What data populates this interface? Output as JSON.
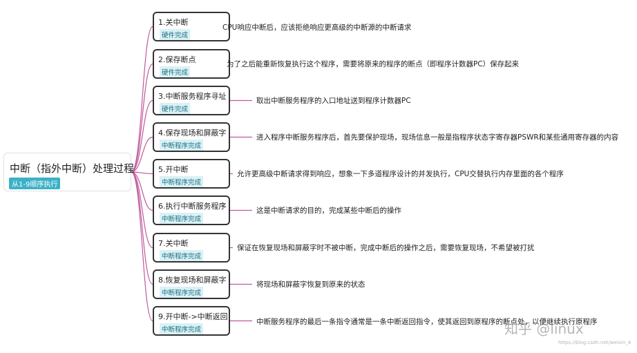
{
  "root": {
    "title": "中断（指外中断）处理过程",
    "tag": "从1-9顺序执行"
  },
  "steps": [
    {
      "label": "1.关中断",
      "tag": "硬件完成",
      "desc": "CPU响应中断后，应该拒绝响应更高级的中断源的中断请求"
    },
    {
      "label": "2.保存断点",
      "tag": "硬件完成",
      "desc": "为了之后能重新恢复执行这个程序，需要将原来的程序的断点（即程序计数器PC）保存起来"
    },
    {
      "label": "3.中断服务程序寻址",
      "tag": "硬件完成",
      "desc": "取出中断服务程序的入口地址送到程序计数器PC"
    },
    {
      "label": "4.保存现场和屏蔽字",
      "tag": "中断程序完成",
      "desc": "进入程序中断服务程序后，首先要保护现场，现场信息一般是指程序状态字寄存器PSWR和某些通用寄存器的内容"
    },
    {
      "label": "5.开中断",
      "tag": "中断程序完成",
      "desc": "允许更高级中断请求得到响应，想象一下多道程序设计的并发执行，CPU交替执行内存里面的各个程序"
    },
    {
      "label": "6.执行中断服务程序",
      "tag": "中断程序完成",
      "desc": "这是中断请求的目的，完成某些中断后的操作"
    },
    {
      "label": "7.关中断",
      "tag": "中断程序完成",
      "desc": "保证在恢复现场和屏蔽字时不被中断，完成中断后的操作之后，需要恢复现场，不希望被打扰"
    },
    {
      "label": "8.恢复现场和屏蔽字",
      "tag": "中断程序完成",
      "desc": "将现场和屏蔽字恢复到原来的状态"
    },
    {
      "label": "9.开中断->中断返回",
      "tag": "中断程序完成",
      "desc": "中断服务程序的最后一条指令通常是一条中断返回指令，使其返回到原程序的断点处，以便继续执行原程序"
    }
  ],
  "watermark": {
    "logo": "知乎 @linux",
    "url": "https://blog.csdn.net/weixin_4"
  },
  "colors": {
    "connector": "#c0579b",
    "step_border": "#333333",
    "root_tag_bg": "#3cb1c6",
    "step_tag_bg": "#d9f1f5"
  }
}
